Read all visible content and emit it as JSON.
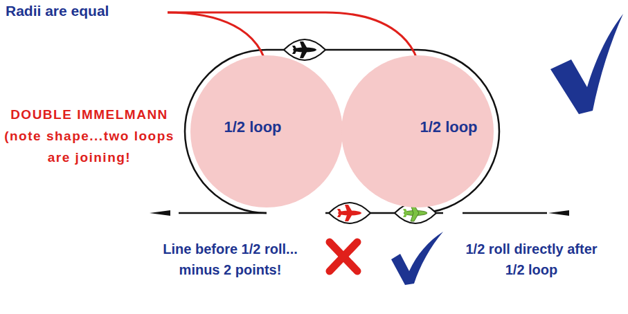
{
  "diagram": {
    "nodes": [
      {
        "text": [
          "1/2 loop"
        ]
      },
      {
        "text": [
          "1/2 loop"
        ]
      }
    ],
    "labels": [
      "Radii are equal",
      "DOUBLE IMMELMANN (note shape...two loops are joining!",
      "Line before 1/2 roll... minus 2 points!",
      "1/2 roll directly after 1/2 loop"
    ]
  }
}
